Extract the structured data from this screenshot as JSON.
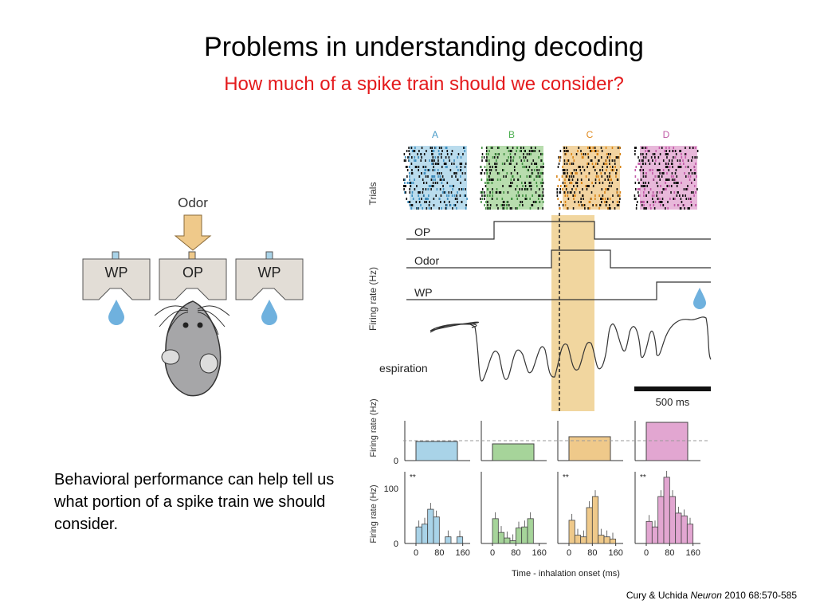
{
  "slide": {
    "title": "Problems in understanding decoding",
    "subtitle": "How much of a spike train should we consider?",
    "body_text": "Behavioral performance can help tell us what portion of a spike train we should consider.",
    "citation_authors": "Cury & Uchida ",
    "citation_journal": "Neuron",
    "citation_rest": " 2010 68:570-585"
  },
  "apparatus": {
    "odor_label": "Odor",
    "ports": [
      "WP",
      "OP",
      "WP"
    ]
  },
  "figure": {
    "raster_labels": [
      "A",
      "B",
      "C",
      "D"
    ],
    "trials_label": "Trials",
    "firing_rate_label": "Firing rate (Hz)",
    "traces": [
      "OP",
      "Odor",
      "WP"
    ],
    "respiration_label": "espiration",
    "scale_bar_label": "500 ms",
    "colors": {
      "A": "#a9d3e8",
      "B": "#a6d49a",
      "C": "#efc98a",
      "D": "#e2a6d1",
      "highlight": "#efcf8e"
    }
  },
  "chart_data": [
    {
      "type": "bar",
      "title": "",
      "ylabel": "Firing rate (Hz)",
      "yticks": [
        0
      ],
      "categories": [
        "A",
        "B",
        "C",
        "D"
      ],
      "values": [
        40,
        35,
        50,
        80
      ]
    },
    {
      "type": "bar",
      "ylabel": "Firing rate (Hz)",
      "xlabel": "Time - inhalation onset (ms)",
      "yticks": [
        0,
        100
      ],
      "xticks": [
        0,
        80,
        160
      ],
      "ylim": [
        0,
        130
      ],
      "bin_width": 20,
      "series": [
        {
          "name": "A",
          "x": [
            0,
            20,
            40,
            60,
            80,
            100,
            120,
            140,
            160
          ],
          "values": [
            30,
            35,
            62,
            48,
            0,
            12,
            0,
            12,
            0
          ],
          "significance": "**"
        },
        {
          "name": "B",
          "x": [
            0,
            20,
            40,
            60,
            80,
            100,
            120,
            140,
            160
          ],
          "values": [
            45,
            20,
            10,
            5,
            28,
            30,
            45,
            0,
            0
          ],
          "significance": ""
        },
        {
          "name": "C",
          "x": [
            0,
            20,
            40,
            60,
            80,
            100,
            120,
            140,
            160
          ],
          "values": [
            42,
            15,
            12,
            65,
            85,
            15,
            12,
            8,
            0
          ],
          "significance": "**"
        },
        {
          "name": "D",
          "x": [
            0,
            20,
            40,
            60,
            80,
            100,
            120,
            140,
            160
          ],
          "values": [
            40,
            30,
            85,
            120,
            85,
            55,
            50,
            35,
            0
          ],
          "significance": "**"
        }
      ]
    }
  ]
}
